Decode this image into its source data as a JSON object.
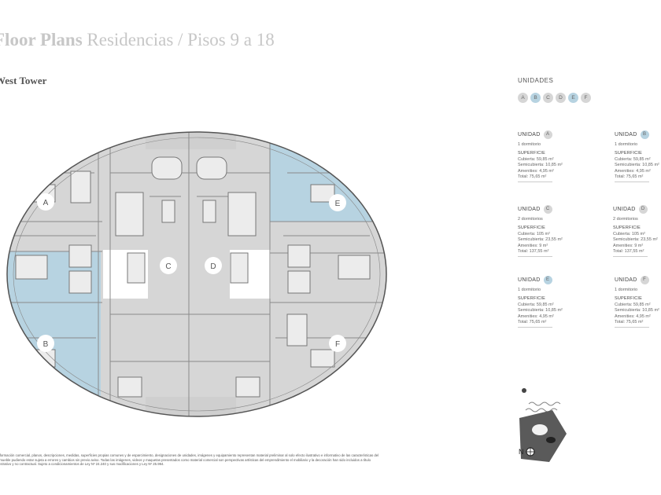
{
  "header": {
    "title_bold": "Floor Plans",
    "title_rest": " Residencias / Pisos 9 a 18",
    "subtitle": "West Tower"
  },
  "plan": {
    "unit_labels": [
      "A",
      "B",
      "C",
      "D",
      "E",
      "F"
    ],
    "colors": {
      "highlight": "#b7d3e1",
      "floor": "#d6d6d6",
      "outline": "#777777",
      "site": "#5a5a5a"
    }
  },
  "units": {
    "title": "UNIDADES",
    "legend": [
      {
        "letter": "A",
        "highlight": false
      },
      {
        "letter": "B",
        "highlight": true
      },
      {
        "letter": "C",
        "highlight": false
      },
      {
        "letter": "D",
        "highlight": false
      },
      {
        "letter": "E",
        "highlight": true
      },
      {
        "letter": "F",
        "highlight": false
      }
    ],
    "cards": [
      {
        "label": "UNIDAD",
        "letter": "A",
        "rooms": "1 dormitorio",
        "sup_title": "SUPERFICIE",
        "lines": [
          "Cubierta: 59,85 m²",
          "Semicubierta: 10,85 m²",
          "Amenities: 4,95 m²",
          "Total: 75,65 m²"
        ]
      },
      {
        "label": "UNIDAD",
        "letter": "B",
        "rooms": "1 dormitorio",
        "sup_title": "SUPERFICIE",
        "lines": [
          "Cubierta: 59,85 m²",
          "Semicubierta: 10,85 m²",
          "Amenities: 4,95 m²",
          "Total: 75,65 m²"
        ]
      },
      {
        "label": "UNIDAD",
        "letter": "C",
        "rooms": "2 dormitorios",
        "sup_title": "SUPERFICIE",
        "lines": [
          "Cubierta: 105 m²",
          "Semicubierta: 23,55 m²",
          "Amenities: 9 m²",
          "Total: 137,55 m²"
        ]
      },
      {
        "label": "UNIDAD",
        "letter": "D",
        "rooms": "2 dormitorios",
        "sup_title": "SUPERFICIE",
        "lines": [
          "Cubierta: 105 m²",
          "Semicubierta: 23,55 m²",
          "Amenities: 9 m²",
          "Total: 137,55 m²"
        ]
      },
      {
        "label": "UNIDAD",
        "letter": "E",
        "rooms": "1 dormitorio",
        "sup_title": "SUPERFICIE",
        "lines": [
          "Cubierta: 59,85 m²",
          "Semicubierta: 10,85 m²",
          "Amenities: 4,95 m²",
          "Total: 75,65 m²"
        ]
      },
      {
        "label": "UNIDAD",
        "letter": "F",
        "rooms": "1 dormitorio",
        "sup_title": "SUPERFICIE",
        "lines": [
          "Cubierta: 59,85 m²",
          "Semicubierta: 10,85 m²",
          "Amenities: 4,95 m²",
          "Total: 75,65 m²"
        ]
      }
    ]
  },
  "disclaimer": "Información comercial, planos, descripciones, medidas, superficies propias comunes y de esparcimiento, designaciones de unidades, imágenes y equipamiento representan material preliminar al solo efecto ilustrativo e informativo de las características del inmueble pudiendo estar sujeta a errores y cambios sin previo aviso. Todas las imágenes, videos y maquetas presentados como material comercial son perspectivas artísticas del emprendimiento el mobiliario y la decoración han sido incluidos a título ilustrativo y no contractual. Sujeto a condicionamientos de Ley Nº 24.240 y sus modificaciones y Ley Nº 25.994.",
  "site_plan": {
    "north_label": "N"
  }
}
